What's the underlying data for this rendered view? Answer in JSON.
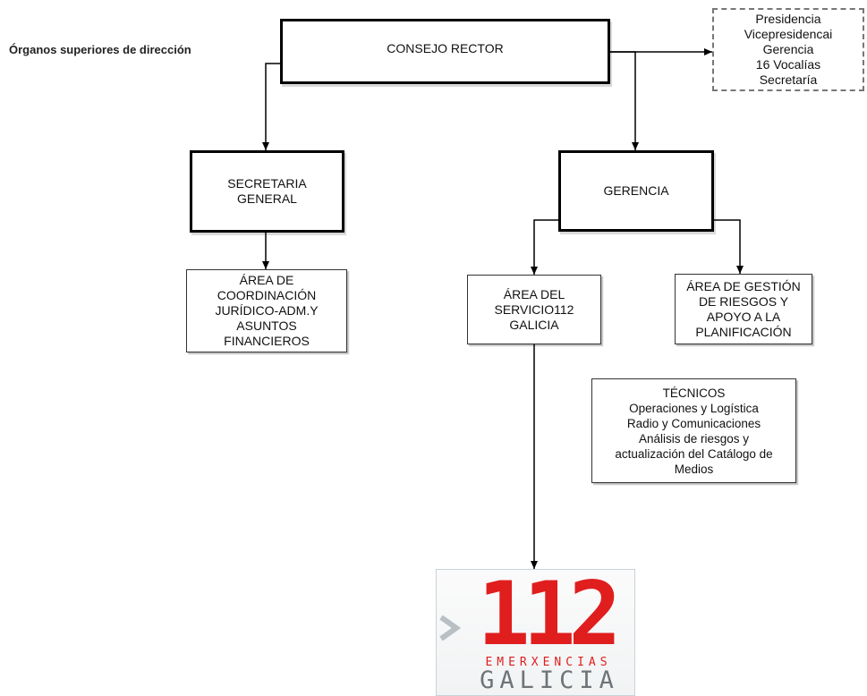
{
  "header_label": "Órganos superiores de dirección",
  "nodes": {
    "consejo_rector": [
      "CONSEJO RECTOR"
    ],
    "composicion": [
      "Presidencia",
      "Vicepresidencai",
      "Gerencia",
      "16 Vocalías",
      "Secretaría"
    ],
    "secretaria_general": [
      "SECRETARIA",
      "GENERAL"
    ],
    "gerencia": [
      "GERENCIA"
    ],
    "area_coordinacion": [
      "ÁREA DE",
      "COORDINACIÓN",
      "JURÍDICO-ADM.Y",
      "ASUNTOS",
      "FINANCIEROS"
    ],
    "area_servicio112": [
      "ÁREA DEL",
      "SERVICIO112",
      "GALICIA"
    ],
    "area_gestion_riesgos": [
      "ÁREA DE GESTIÓN",
      "DE RIESGOS Y",
      "APOYO A LA",
      "PLANIFICACIÓN"
    ],
    "tecnicos": [
      "TÉCNICOS",
      "Operaciones y Logística",
      "Radio y Comunicaciones",
      "Análisis de riesgos y",
      "actualización del Catálogo de",
      "Medios"
    ]
  },
  "logo": {
    "number": "112",
    "subtitle": "EMERXENCIAS",
    "region": "GALICIA",
    "colors": {
      "primary": "#e01e1e",
      "secondary": "#6f7478"
    }
  }
}
